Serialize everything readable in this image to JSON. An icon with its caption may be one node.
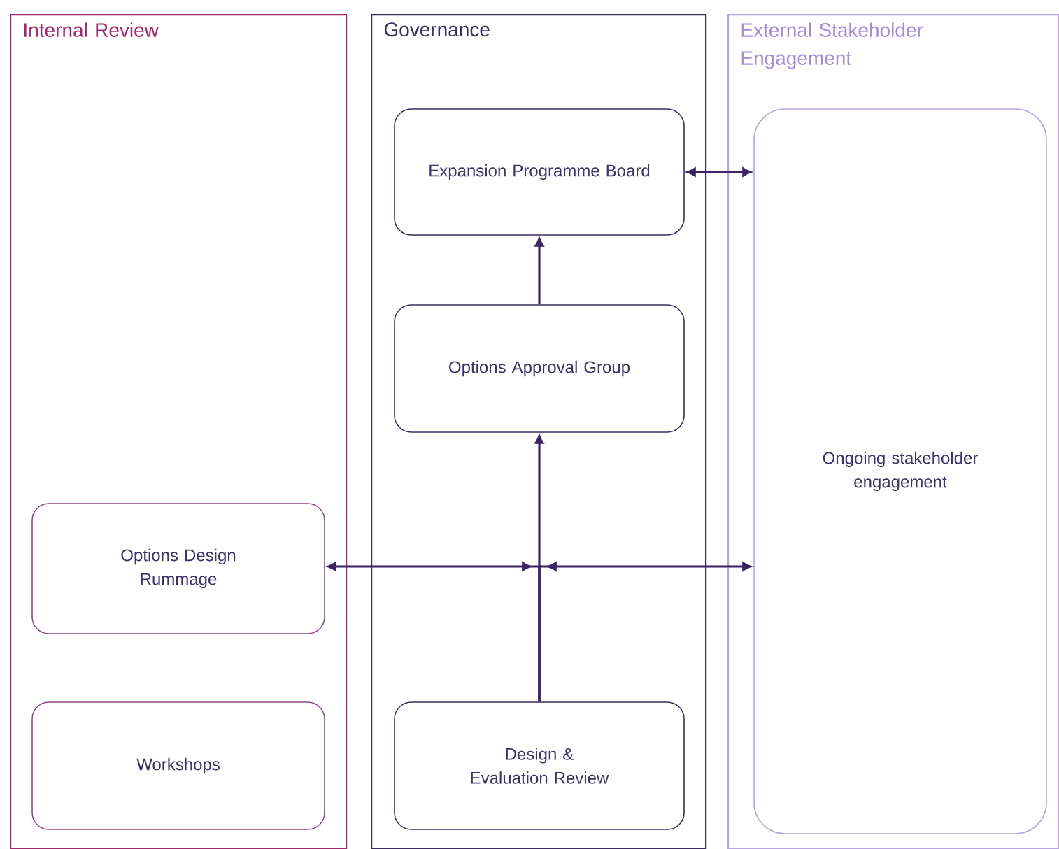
{
  "diagram": {
    "nodes": [
      {
        "text": [
          "Internal Review"
        ]
      },
      {
        "text": [
          "Options Design Rummage"
        ],
        "in": 0
      },
      {
        "text": [
          "Workshops"
        ],
        "in": 0
      },
      {
        "text": [
          "Governance"
        ]
      },
      {
        "text": [
          "Expansion Programme Board"
        ],
        "in": 3
      },
      {
        "text": [
          "Options Approval Group"
        ],
        "in": 3
      },
      {
        "text": [
          "Design & Evaluation Review"
        ],
        "in": 3
      },
      {
        "text": [
          "External Stakeholder Engagement"
        ]
      },
      {
        "text": [
          "Ongoing stakeholder engagement"
        ],
        "in": 7
      }
    ],
    "edges": [
      {
        "from": 4,
        "to": 8,
        "arrow": "both"
      },
      {
        "from": 5,
        "to": 4,
        "arrow": "to"
      },
      {
        "from": 6,
        "to": 5,
        "arrow": "to"
      },
      {
        "from": 6,
        "to": 1,
        "arrow": "to"
      },
      {
        "from": 6,
        "to": 8,
        "arrow": "to"
      }
    ]
  }
}
